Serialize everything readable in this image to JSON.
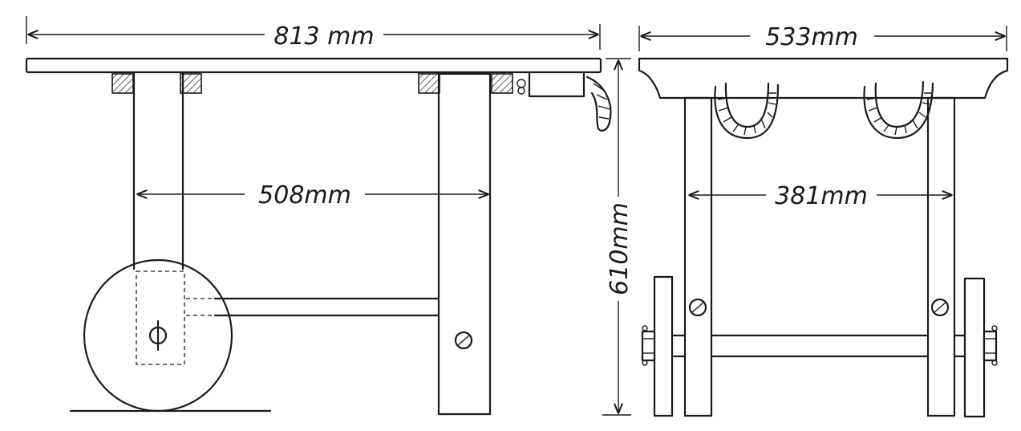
{
  "side_view": {
    "overall_length": "813 mm",
    "leg_spacing": "508mm"
  },
  "end_view": {
    "overall_width": "533mm",
    "leg_spacing": "381mm"
  },
  "height": "610mm"
}
